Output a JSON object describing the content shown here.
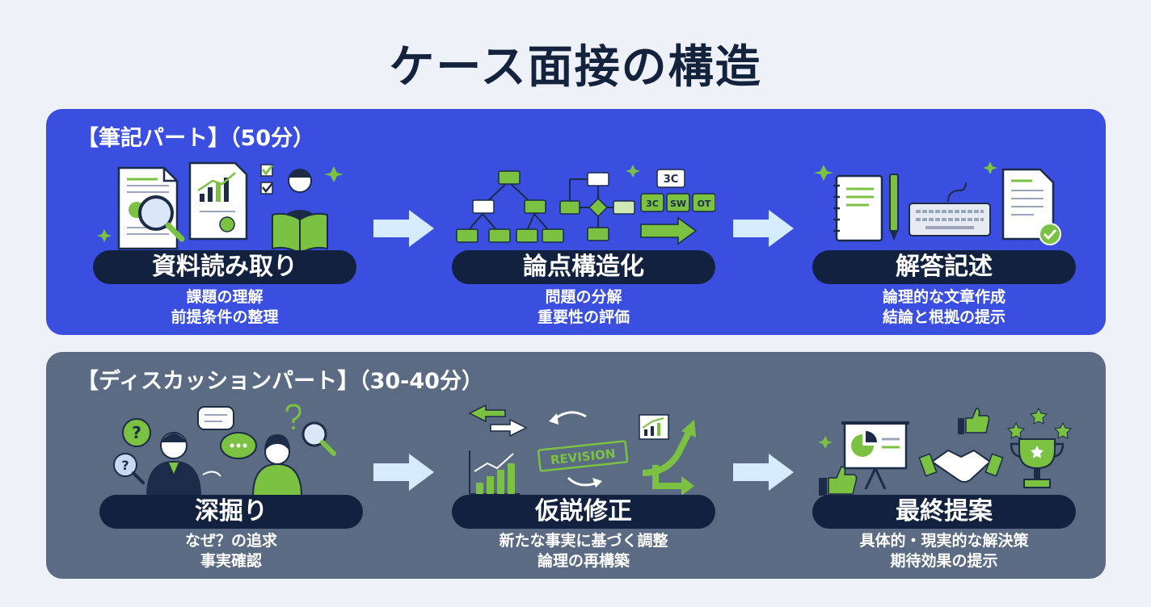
{
  "title": "ケース面接の構造",
  "sections": [
    {
      "heading": "【筆記パート】（50分）",
      "steps": [
        {
          "label": "資料読み取り",
          "desc": [
            "課題の理解",
            "前提条件の整理"
          ]
        },
        {
          "label": "論点構造化",
          "desc": [
            "問題の分解",
            "重要性の評価"
          ]
        },
        {
          "label": "解答記述",
          "desc": [
            "論理的な文章作成",
            "結論と根拠の提示"
          ]
        }
      ]
    },
    {
      "heading": "【ディスカッションパート】（30-40分）",
      "steps": [
        {
          "label": "深掘り",
          "desc": [
            "なぜ？の追求",
            "事実確認"
          ]
        },
        {
          "label": "仮説修正",
          "desc": [
            "新たな事実に基づく調整",
            "論理の再構築"
          ]
        },
        {
          "label": "最終提案",
          "desc": [
            "具体的・現実的な解決策",
            "期待効果の提示"
          ]
        }
      ]
    }
  ],
  "icon_labels": {
    "framework_top": "3C",
    "framework_a": "3C",
    "framework_b": "SW",
    "framework_c": "OT",
    "revision": "REVISION",
    "question": "?"
  },
  "colors": {
    "background": "#eef1f7",
    "title": "#13223d",
    "panel_written": "#3a4fe0",
    "panel_discussion": "#5a6b83",
    "pill": "#12213e",
    "accent_green": "#7cc242",
    "arrow": "#d4ecfb"
  }
}
